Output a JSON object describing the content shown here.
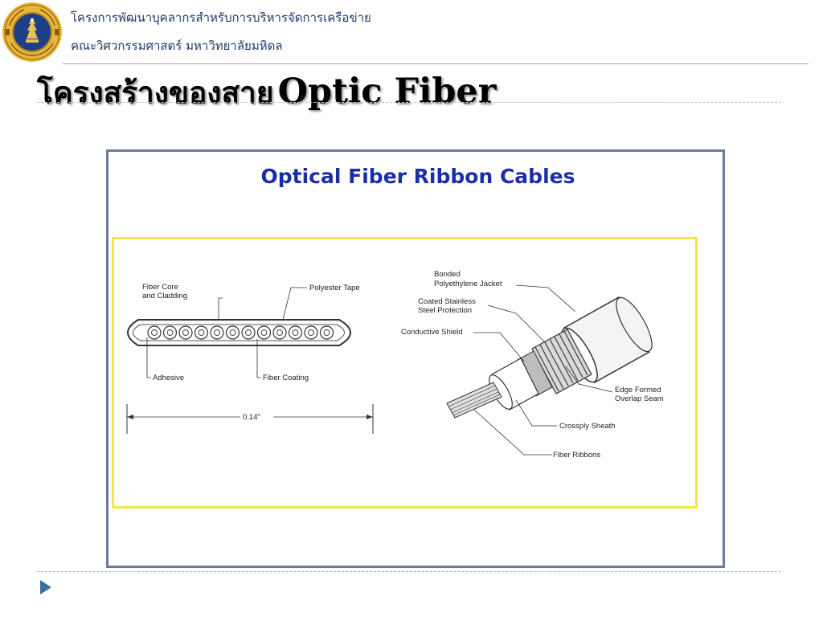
{
  "header": {
    "line1": "โครงการพัฒนาบุคลากรสำหรับการบริหารจัดการเครือข่าย",
    "line2": "คณะวิศวกรรมศาสตร์ มหาวิทยาลัยมหิดล"
  },
  "slide": {
    "title_thai": "โครงสร้างของสาย",
    "title_en": "Optic Fiber"
  },
  "figure": {
    "title": "Optical Fiber Ribbon Cables",
    "left_diagram": {
      "fiber_core": [
        "Fiber Core",
        "and Cladding"
      ],
      "polyester_tape": "Polyester Tape",
      "adhesive": "Adhesive",
      "fiber_coating": "Fiber Coating",
      "width": "0.14\""
    },
    "right_diagram": {
      "jacket": [
        "Bonded",
        "Polyethylene Jacket"
      ],
      "steel": [
        "Coated Stainless",
        "Steel Protection"
      ],
      "shield": "Conductive Shield",
      "seam": [
        "Edge Formed",
        "Overlap Seam"
      ],
      "crossply": "Crossply Sheath",
      "ribbons": "Fiber Ribbons"
    }
  },
  "colors": {
    "header_text": "#1f3b6b",
    "figure_title": "#1c2ea6",
    "frame_border": "#6f78a0",
    "highlight_border": "#f2e64a",
    "bullet": "#3a6ea5"
  },
  "icons": {
    "logo": "university-seal-logo",
    "bullet": "triangle-bullet-icon"
  }
}
